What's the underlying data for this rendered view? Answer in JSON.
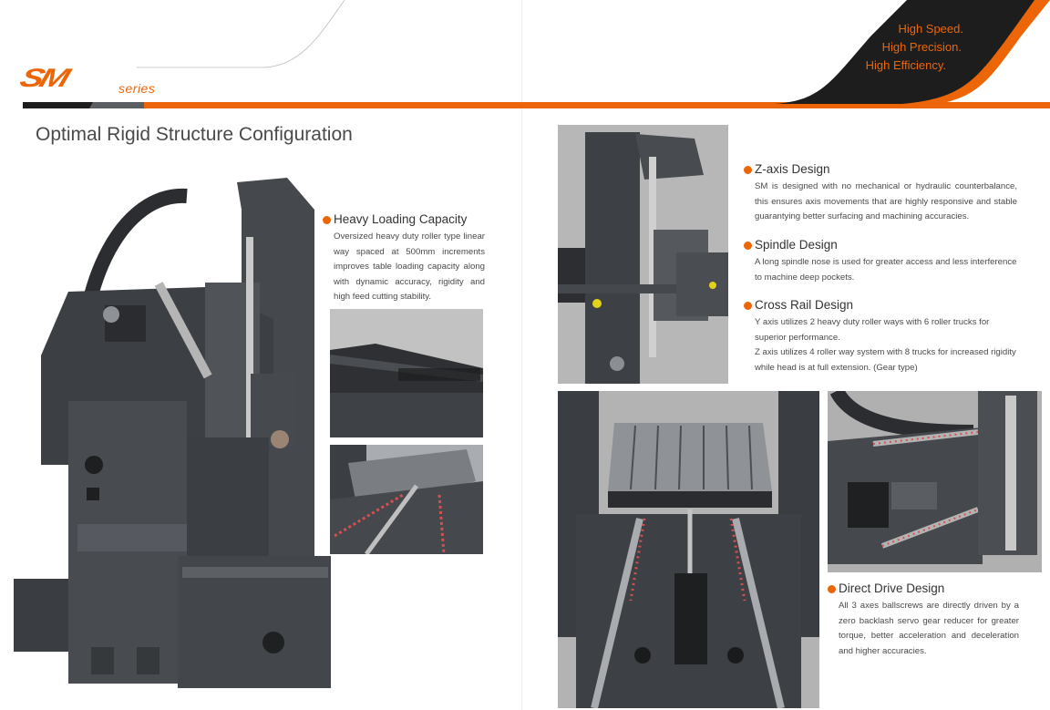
{
  "brand": {
    "logo_main": "SM",
    "logo_sub": "series",
    "accent_color": "#ec6608",
    "dark_color": "#1d1d1d"
  },
  "slogans": [
    "High Speed.",
    "High Precision.",
    "High Efficiency."
  ],
  "left_page": {
    "title": "Optimal Rigid Structure Configuration",
    "features": [
      {
        "title": "Heavy Loading Capacity",
        "body": "Oversized heavy duty roller type linear way spaced at 500mm increments improves table loading capacity along with dynamic accuracy, rigidity and high feed cutting stability."
      }
    ],
    "images": [
      {
        "name": "machine-gantry-structure-photo"
      },
      {
        "name": "table-side-detail-photo"
      },
      {
        "name": "table-ballscrew-photo"
      }
    ]
  },
  "right_page": {
    "features": [
      {
        "title": "Z-axis Design",
        "body": "SM is designed with no mechanical or hydraulic counterbalance, this ensures axis movements that are highly responsive and stable guarantying better surfacing and machining accuracies."
      },
      {
        "title": "Spindle Design",
        "body": "A long spindle nose is used for greater access and less interference to machine deep pockets."
      },
      {
        "title": "Cross Rail Design",
        "body_lines": [
          "Y axis utilizes 2 heavy duty roller ways with 6 roller trucks for superior performance.",
          "Z axis utilizes 4 roller way system with 8 trucks for increased rigidity while head is at full extension. (Gear type)"
        ]
      },
      {
        "title": "Direct Drive Design",
        "body": "All 3 axes ballscrews are directly driven by a zero backlash servo gear reducer for greater torque, better acceleration and deceleration and higher accuracies."
      }
    ],
    "images": [
      {
        "name": "z-axis-head-photo"
      },
      {
        "name": "table-and-ways-photo"
      },
      {
        "name": "cross-rail-drive-photo"
      }
    ]
  }
}
